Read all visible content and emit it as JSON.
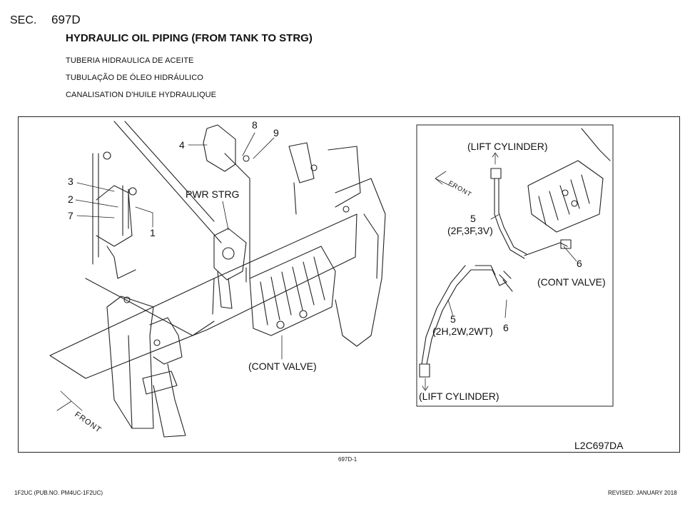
{
  "header": {
    "sec_label": "SEC.",
    "sec_code": "697D",
    "title": "HYDRAULIC OIL PIPING (FROM TANK TO STRG)",
    "subtitle_es": "TUBERIA HIDRAULICA DE ACEITE",
    "subtitle_pt": "TUBULAÇÃO DE ÓLEO HIDRÁULICO",
    "subtitle_fr": "CANALISATION D'HUILE HYDRAULIQUE"
  },
  "diagram": {
    "callouts": [
      "1",
      "2",
      "3",
      "4",
      "7",
      "8",
      "9"
    ],
    "label_pwr_strg": "PWR STRG",
    "label_cont_valve_main": "(CONT VALVE)",
    "front_label": "FRONT",
    "drawing_code": "L2C697DA",
    "inset": {
      "lift_cylinder_top": "(LIFT CYLINDER)",
      "lift_cylinder_bottom": "(LIFT CYLINDER)",
      "cont_valve": "(CONT VALVE)",
      "callout_5_upper": "5",
      "variants_upper": "(2F,3F,3V)",
      "callout_5_lower": "5",
      "variants_lower": "(2H,2W,2WT)",
      "callout_6_upper": "6",
      "callout_6_lower": "6",
      "front_label": "FRONT"
    }
  },
  "footer": {
    "page_number": "697D-1",
    "publication": "1F2UC (PUB.NO. PM4UC-1F2UC)",
    "revised": "REVISED: JANUARY 2018"
  }
}
